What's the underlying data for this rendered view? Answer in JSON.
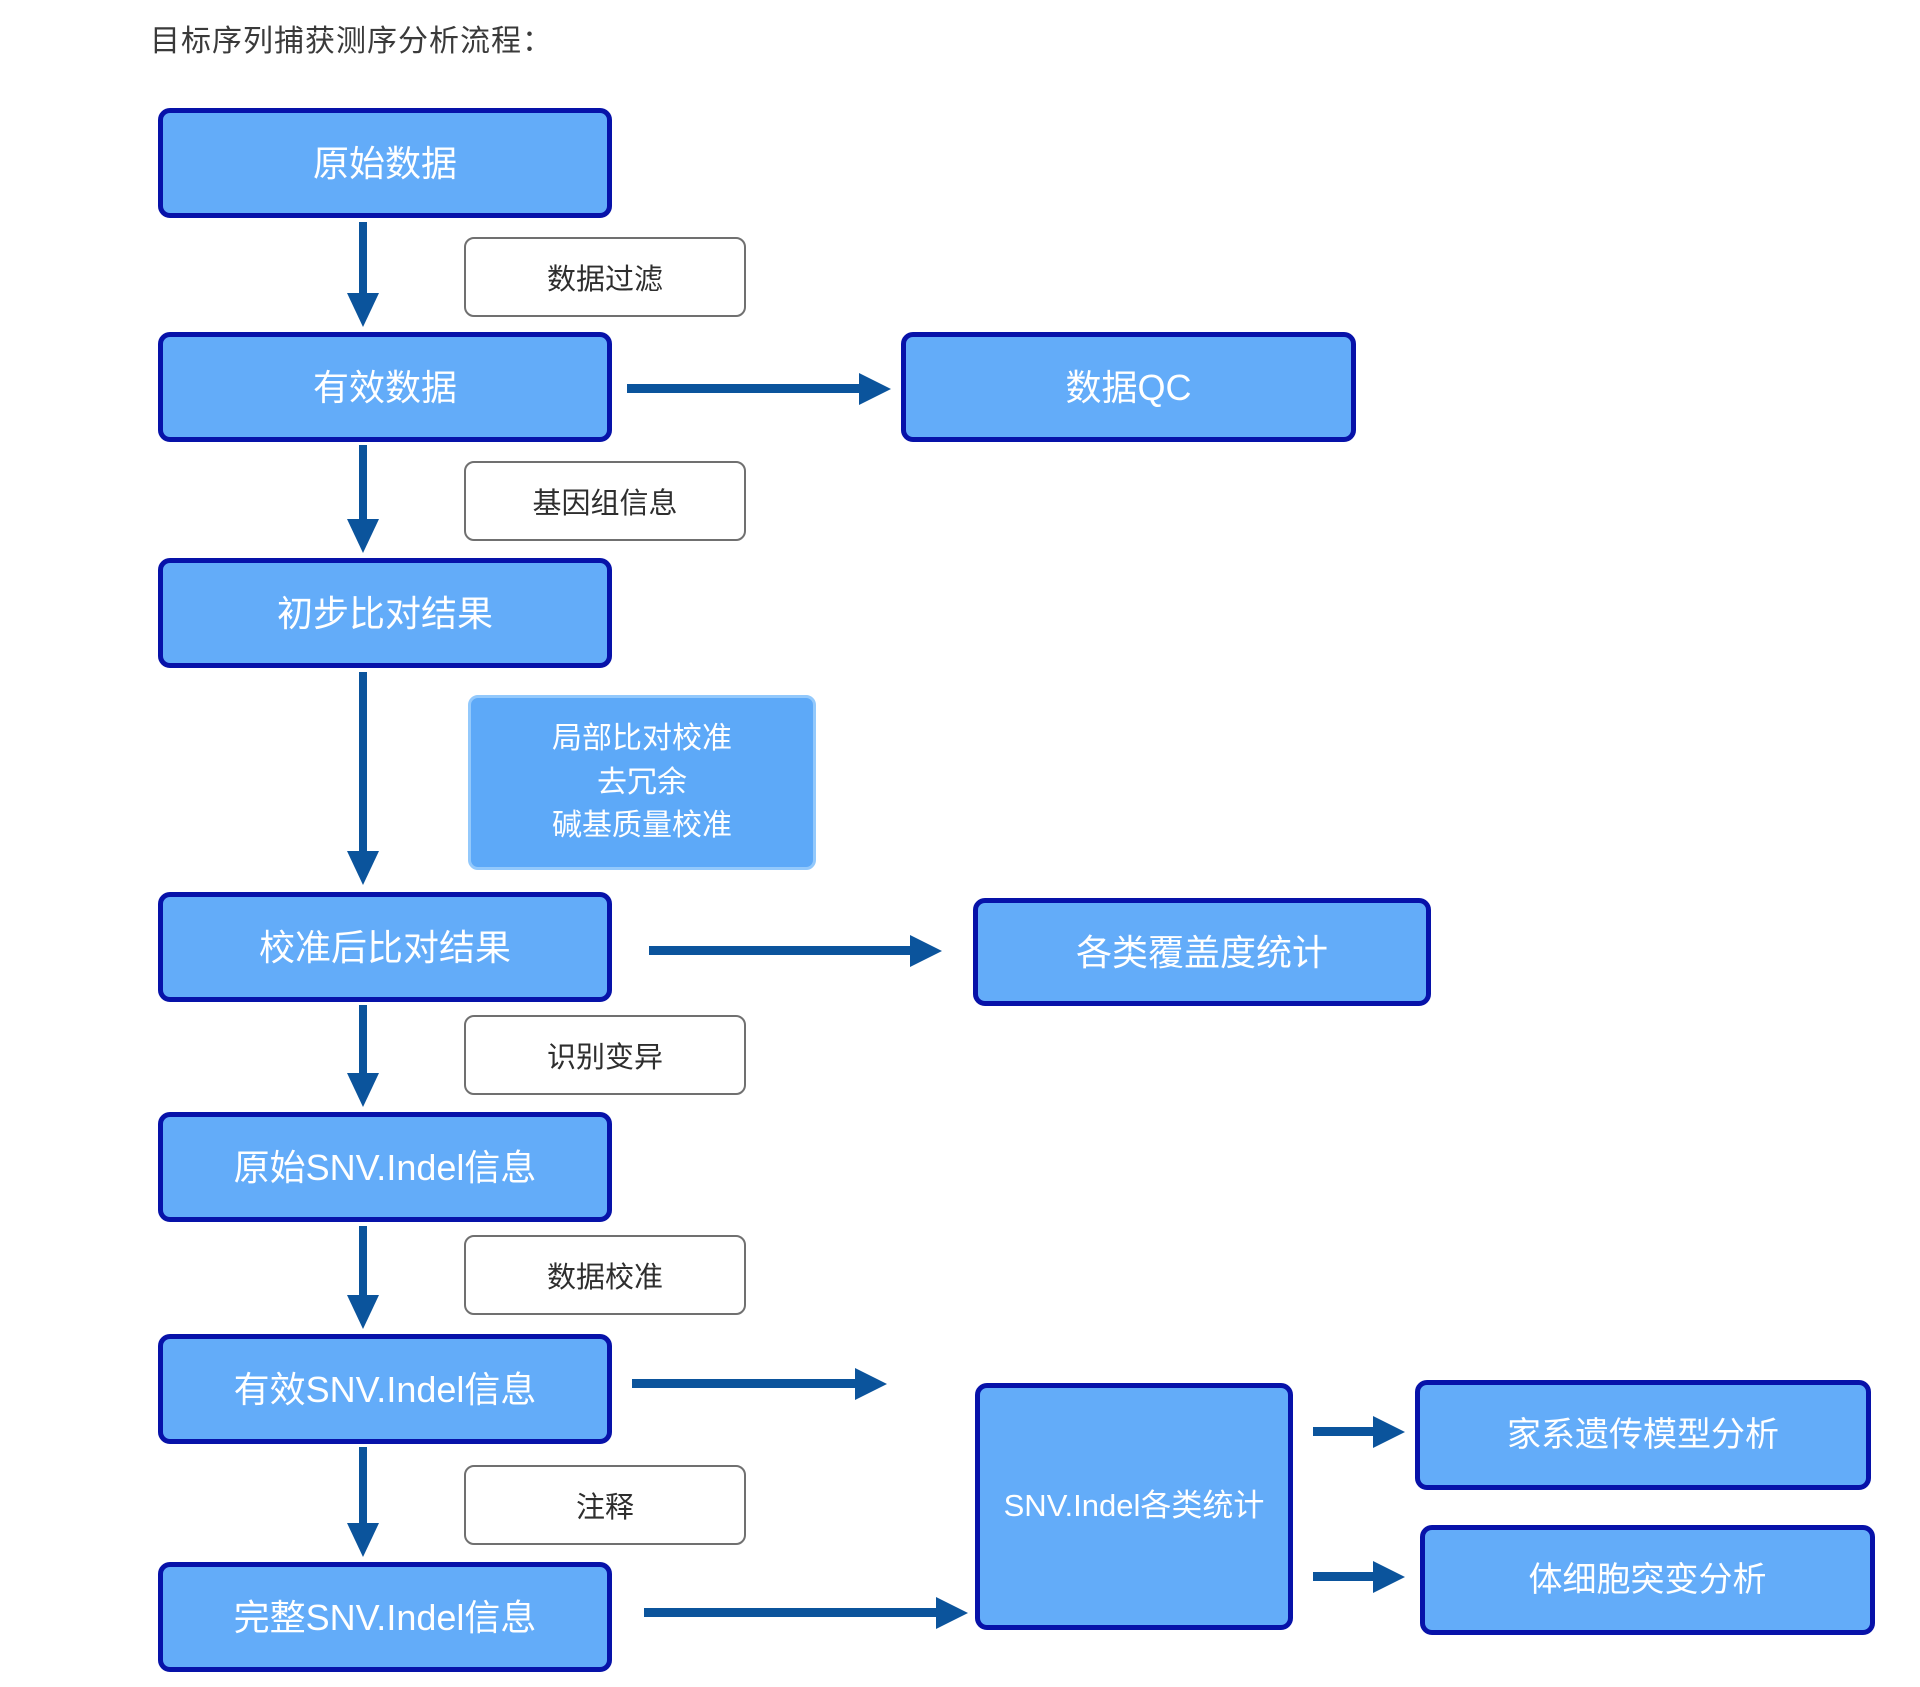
{
  "title": "目标序列捕获测序分析流程：",
  "nodes": {
    "raw_data": "原始数据",
    "valid_data": "有效数据",
    "initial_alignment": "初步比对结果",
    "calibrated_alignment": "校准后比对结果",
    "raw_snv_indel": "原始SNV.Indel信息",
    "valid_snv_indel": "有效SNV.Indel信息",
    "complete_snv_indel": "完整SNV.Indel信息",
    "data_qc": "数据QC",
    "coverage_stats": "各类覆盖度统计",
    "snv_indel_stats": "SNV.Indel各类统计",
    "family_model_analysis": "家系遗传模型分析",
    "somatic_mutation_analysis": "体细胞突变分析"
  },
  "step_labels": {
    "data_filter": "数据过滤",
    "genome_info": "基因组信息",
    "variant_calling": "识别变异",
    "data_calibration": "数据校准",
    "annotation": "注释"
  },
  "process_note": {
    "line1": "局部比对校准",
    "line2": "去冗余",
    "line3": "碱基质量校准"
  },
  "colors": {
    "page_bg": "#ffffff",
    "node_fill": "#63acf9",
    "node_border": "#0712a9",
    "note_fill": "#5da9f8",
    "note_border": "#93c9fc",
    "arrow": "#0b549c",
    "label_border": "#707070",
    "label_text": "#2e2e2e",
    "title_text": "#3a3a3a",
    "text_on_blue": "#ffffff"
  }
}
